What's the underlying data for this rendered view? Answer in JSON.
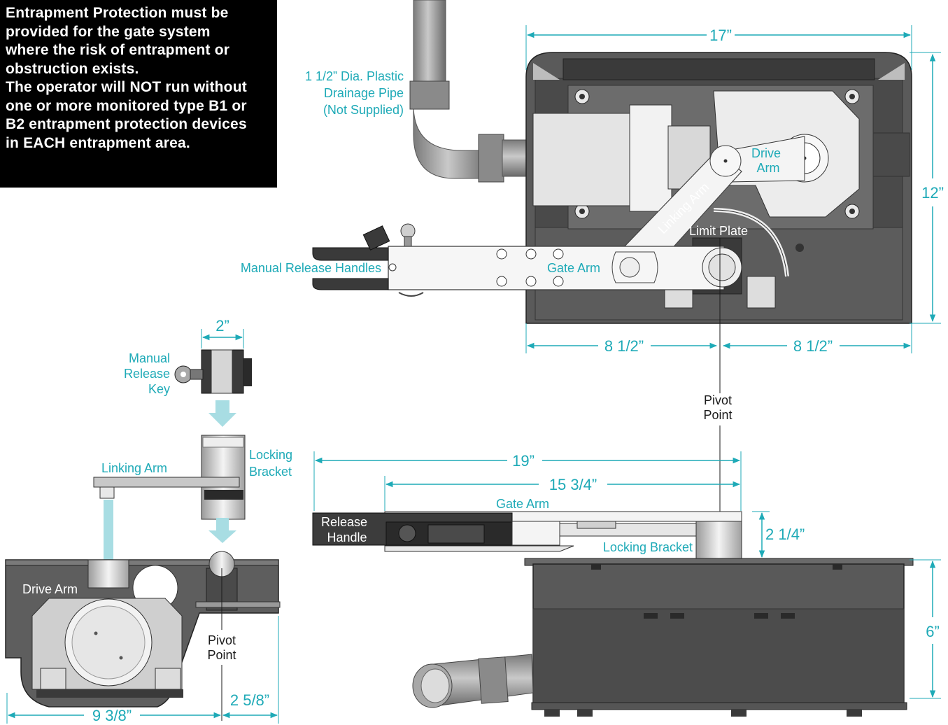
{
  "warning": {
    "lines": [
      "Entrapment Protection must be",
      "provided for the gate system",
      "where the risk of entrapment or",
      "obstruction exists.",
      "The operator will NOT run without",
      "one or more monitored type B1 or",
      "B2 entrapment protection devices",
      "in EACH entrapment area."
    ]
  },
  "top_view": {
    "drainage_pipe_label": [
      "1 1/2” Dia. Plastic",
      "Drainage Pipe",
      "(Not Supplied)"
    ],
    "manual_release_handles": "Manual Release Handles",
    "gate_arm": "Gate Arm",
    "linking_arm": "Linking Arm",
    "limit_plate": "Limit Plate",
    "drive_arm": [
      "Drive",
      "Arm"
    ],
    "dim_width": "17”",
    "dim_height": "12”",
    "dim_half_left": "8 1/2”",
    "dim_half_right": "8 1/2”",
    "pivot_point": [
      "Pivot",
      "Point"
    ]
  },
  "exploded_view": {
    "dim_key_width": "2”",
    "manual_release_key": [
      "Manual",
      "Release",
      "Key"
    ],
    "locking_bracket": [
      "Locking",
      "Bracket"
    ],
    "linking_arm": "Linking Arm",
    "drive_arm": "Drive Arm",
    "pivot_point": [
      "Pivot",
      "Point"
    ],
    "dim_base": "9 3/8”",
    "dim_offset": "2 5/8”"
  },
  "side_view": {
    "dim_overall": "19”",
    "dim_arm": "15 3/4”",
    "gate_arm": "Gate Arm",
    "release_handle": [
      "Release",
      "Handle"
    ],
    "locking_bracket": "Locking Bracket",
    "dim_arm_height": "2 1/4”",
    "dim_height": "6”"
  },
  "colors": {
    "accent": "#1eaab7",
    "housing": "#5a5a5a",
    "housing_dark": "#3e3e3e",
    "metal_light": "#e6e6e6",
    "arrow": "#a8dde3"
  }
}
